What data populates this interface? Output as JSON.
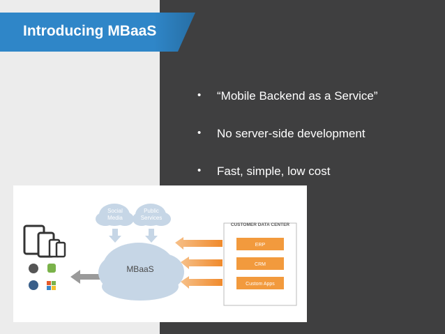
{
  "slide": {
    "title": "Introducing MBaaS",
    "bullets": [
      "“Mobile Backend as a Service”",
      "No server-side development",
      "Fast, simple, low cost"
    ],
    "bullet_symbol": "•"
  },
  "diagram": {
    "cloud_social": "Social",
    "cloud_social_2": "Media",
    "cloud_public": "Public",
    "cloud_public_2": "Services",
    "cloud_main": "MBaaS",
    "datacenter_title": "CUSTOMER DATA CENTER",
    "datacenter_items": [
      "ERP",
      "CRM",
      "Custom Apps"
    ]
  },
  "colors": {
    "banner": "#2f86c8",
    "dark_panel": "#3f3f40",
    "light_panel": "#ececec",
    "orange": "#f29a3d",
    "cloud": "#c6d6e6"
  }
}
